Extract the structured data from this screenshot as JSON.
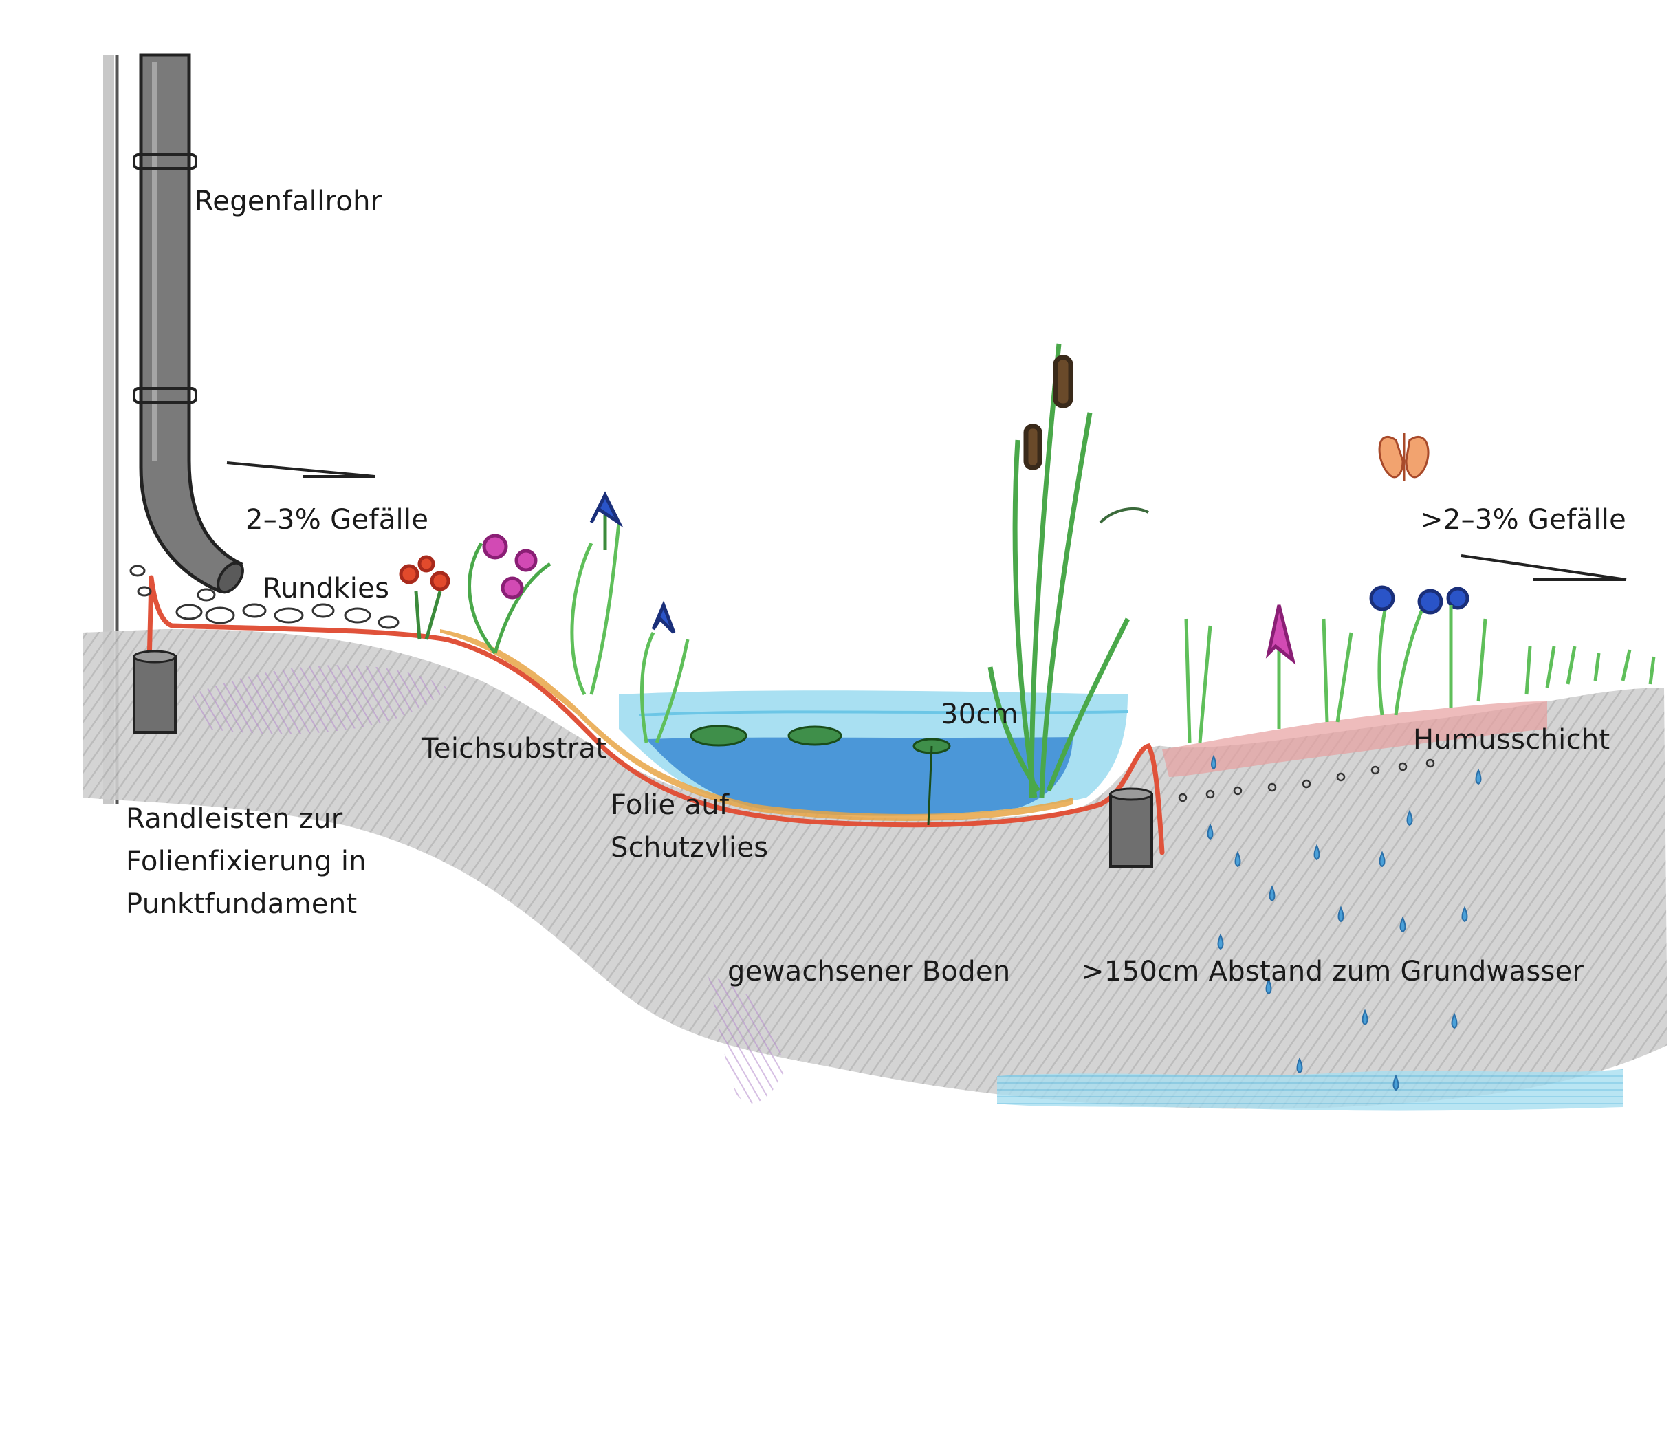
{
  "colors": {
    "soil": "#c9c9c9",
    "soil_dark": "#8f8f8f",
    "pipe": "#6f6f6f",
    "liner": "#e0523a",
    "substrate": "#e8a445",
    "water_light": "#9fdcef",
    "water_deep": "#2c7fcf",
    "humus": "#e7a0a0",
    "purple": "#b58acb",
    "leaf": "#6fbf6a",
    "flower_red": "#e24a2c",
    "flower_pink": "#d24ab4",
    "flower_blue": "#2a54c8"
  },
  "labels": {
    "downpipe": "Regenfallrohr",
    "slope_left": "2–3% Gefälle",
    "gravel": "Rundkies",
    "pond_substrate": "Teichsubstrat",
    "edge_strips": "Randleisten zur\nFolienfixierung in\nPunktfundament",
    "liner": "Folie auf\nSchutzvlies",
    "depth": "30cm",
    "humus_layer": "Humusschicht",
    "slope_right": ">2–3% Gefälle",
    "native_soil": "gewachsener Boden",
    "groundwater_distance": ">150cm Abstand zum Grundwasser"
  }
}
